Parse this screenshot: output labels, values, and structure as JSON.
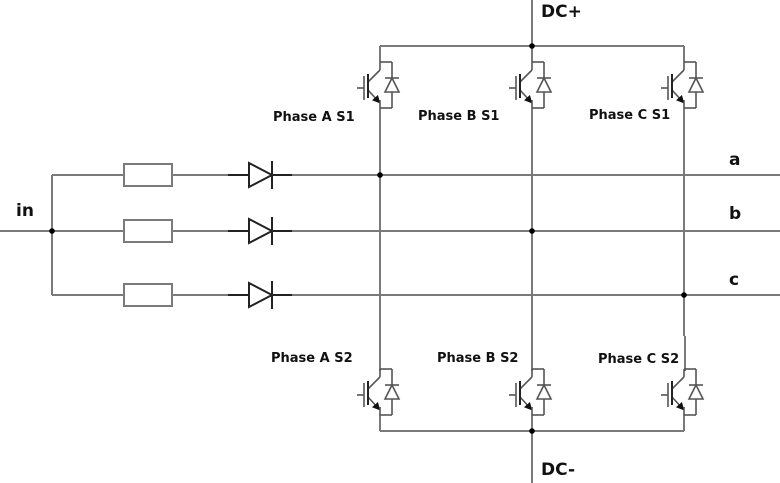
{
  "diagram": {
    "type": "circuit-schematic",
    "description": "Three-phase IGBT bridge with input resistor-diode branches",
    "colors": {
      "wire": "#7a7a7a",
      "device": "#555555",
      "text": "#111111",
      "junction": "#000000"
    },
    "rails": {
      "positive": "DC+",
      "negative": "DC-"
    },
    "input": {
      "label": "in",
      "branches": [
        {
          "id": "a",
          "components": [
            "resistor",
            "diode"
          ]
        },
        {
          "id": "b",
          "components": [
            "resistor",
            "diode"
          ]
        },
        {
          "id": "c",
          "components": [
            "resistor",
            "diode"
          ]
        }
      ]
    },
    "outputs": [
      {
        "id": "a",
        "label": "a"
      },
      {
        "id": "b",
        "label": "b"
      },
      {
        "id": "c",
        "label": "c"
      }
    ],
    "switches": [
      {
        "id": "A-S1",
        "label": "Phase A S1",
        "phase": "A",
        "position": "upper",
        "type": "IGBT with antiparallel diode"
      },
      {
        "id": "B-S1",
        "label": "Phase B S1",
        "phase": "B",
        "position": "upper",
        "type": "IGBT with antiparallel diode"
      },
      {
        "id": "C-S1",
        "label": "Phase C S1",
        "phase": "C",
        "position": "upper",
        "type": "IGBT with antiparallel diode"
      },
      {
        "id": "A-S2",
        "label": "Phase A S2",
        "phase": "A",
        "position": "lower",
        "type": "IGBT with antiparallel diode"
      },
      {
        "id": "B-S2",
        "label": "Phase B S2",
        "phase": "B",
        "position": "lower",
        "type": "IGBT with antiparallel diode"
      },
      {
        "id": "C-S2",
        "label": "Phase C S2",
        "phase": "C",
        "position": "lower",
        "type": "IGBT with antiparallel diode"
      }
    ]
  }
}
